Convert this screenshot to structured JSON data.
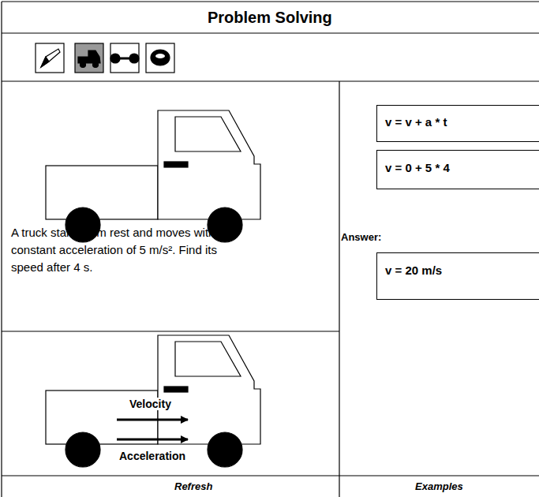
{
  "diagram": {
    "title": "Problem Solving",
    "nodes": [
      {
        "text": [
          "A truck starts from rest and moves with a constant acceleration of 5 m/s². Find its speed after 4 s."
        ]
      },
      {
        "text": [
          "v = v + a * t"
        ]
      },
      {
        "text": [
          "v = 0 + 5 * 4"
        ]
      },
      {
        "text": [
          "v = 20 m/s"
        ]
      }
    ],
    "labels": [
      "Velocity",
      "Acceleration",
      "Answer:",
      "Refresh",
      "Examples"
    ]
  }
}
